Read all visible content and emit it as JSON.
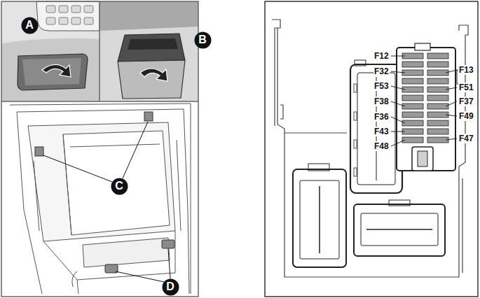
{
  "diagram": {
    "nodes": [
      {
        "text": [
          "A"
        ]
      },
      {
        "text": [
          "B"
        ]
      },
      {
        "text": [
          "C"
        ]
      },
      {
        "text": [
          "D"
        ]
      }
    ],
    "labels": [
      "F12",
      "F32",
      "F53",
      "F38",
      "F36",
      "F43",
      "F48",
      "F13",
      "F51",
      "F37",
      "F49",
      "F47"
    ]
  }
}
